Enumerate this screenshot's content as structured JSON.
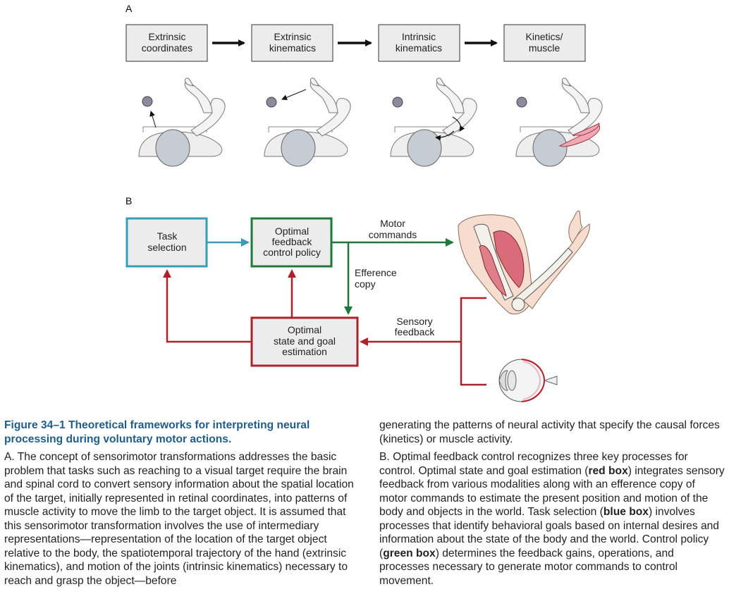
{
  "panel_a": {
    "letter": "A",
    "boxes": [
      {
        "line1": "Extrinsic",
        "line2": "coordinates"
      },
      {
        "line1": "Extrinsic",
        "line2": "kinematics"
      },
      {
        "line1": "Intrinsic",
        "line2": "kinematics"
      },
      {
        "line1": "Kinetics/",
        "line2": "muscle"
      }
    ]
  },
  "panel_b": {
    "letter": "B",
    "task_box": {
      "line1": "Task",
      "line2": "selection",
      "color": "#3a9bb8"
    },
    "policy_box": {
      "line1": "Optimal",
      "line2": "feedback",
      "line3": "control policy",
      "color": "#1f7a3a"
    },
    "estimation_box": {
      "line1": "Optimal",
      "line2": "state and goal",
      "line3": "estimation",
      "color": "#b0202a"
    },
    "motor_commands": {
      "line1": "Motor",
      "line2": "commands"
    },
    "efference_copy": {
      "line1": "Efference",
      "line2": "copy"
    },
    "sensory_feedback": {
      "line1": "Sensory",
      "line2": "feedback"
    }
  },
  "caption": {
    "title_line1": "Figure 34–1  Theoretical frameworks for interpreting neural",
    "title_line2": "processing during voluntary motor actions.",
    "para_a": "A. The concept of sensorimotor transformations addresses the basic problem that tasks such as reaching to a visual target require the brain and spinal cord to convert sensory information about the spatial location of the target, initially represented in retinal coordinates, into patterns of muscle activity to move the limb to the target object. It is assumed that this sensorimotor transformation involves the use of intermediary representations—representation of the location of the target object relative to the body, the spatiotemporal trajectory of the hand (extrinsic kinematics), and motion of the joints (intrinsic kinematics) necessary to reach and grasp the object—before",
    "para_a_cont": "generating the patterns of neural activity that specify the causal forces (kinetics) or muscle activity.",
    "para_b_1": "B. Optimal feedback control recognizes three key processes for control. Optimal state and goal estimation (",
    "para_b_red": "red box",
    "para_b_2": ") integrates sensory feedback from various modalities along with an efference copy of motor commands to estimate the present position and motion of the body and objects in the world. Task selection (",
    "para_b_blue": "blue box",
    "para_b_3": ") involves processes that identify behavioral goals based on internal desires and information about the state of the body and the world. Control policy (",
    "para_b_green": "green box",
    "para_b_4": ") determines the feedback gains, operations, and processes necessary to generate motor commands to control movement."
  }
}
